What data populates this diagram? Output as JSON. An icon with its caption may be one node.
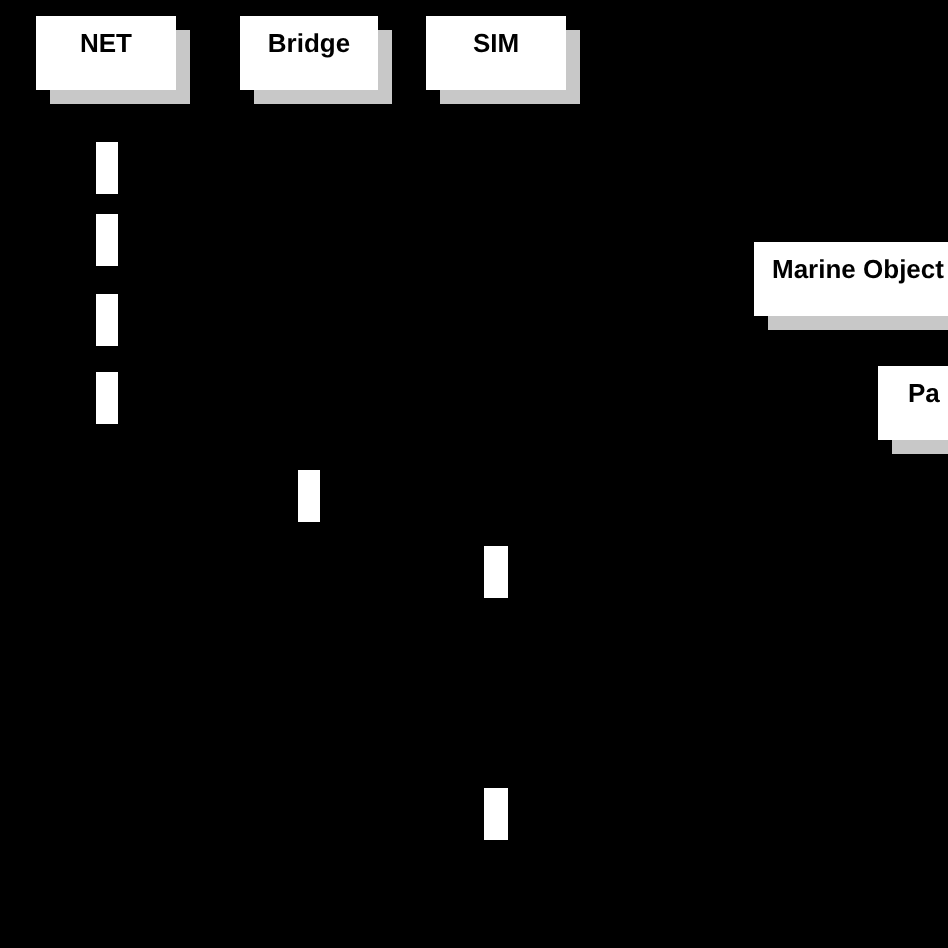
{
  "diagram": {
    "nodes": [
      {
        "text": [
          "NET"
        ]
      },
      {
        "text": [
          "Bridge"
        ]
      },
      {
        "text": [
          "SIM"
        ]
      },
      {
        "text": [
          "Marine Object"
        ]
      },
      {
        "text": [
          "Pa"
        ]
      },
      {
        "text": [],
        "shape": "bar"
      },
      {
        "text": [],
        "shape": "bar"
      },
      {
        "text": [],
        "shape": "bar"
      },
      {
        "text": [],
        "shape": "bar"
      },
      {
        "text": [],
        "shape": "bar"
      },
      {
        "text": [],
        "shape": "bar"
      },
      {
        "text": [],
        "shape": "bar"
      }
    ]
  }
}
